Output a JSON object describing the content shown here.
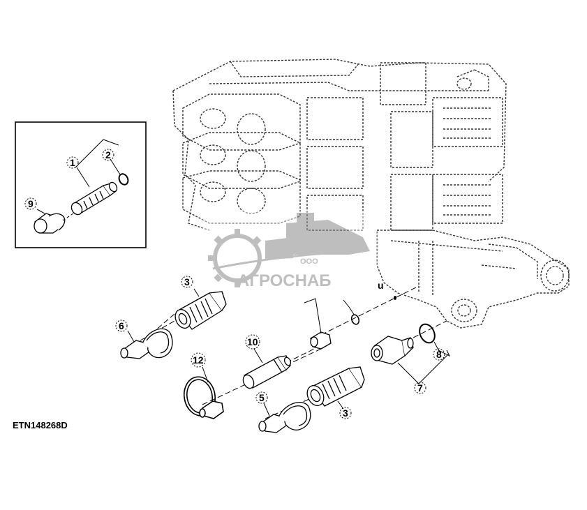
{
  "diagram": {
    "document_id": "ETN148268D",
    "callouts": {
      "c1": "1",
      "c2": "2",
      "c9": "9",
      "c3a": "3",
      "c3b": "3",
      "c6": "6",
      "c10": "10",
      "c12": "12",
      "c5": "5",
      "c7": "7",
      "c8": "8"
    },
    "fragment_label": "u"
  },
  "watermark": {
    "small_text": "ООО",
    "brand_text": "АГРОСНАБ"
  },
  "colors": {
    "line": "#000000",
    "dotted": "#333333",
    "watermark": "#8a8a8a",
    "background": "#ffffff"
  }
}
